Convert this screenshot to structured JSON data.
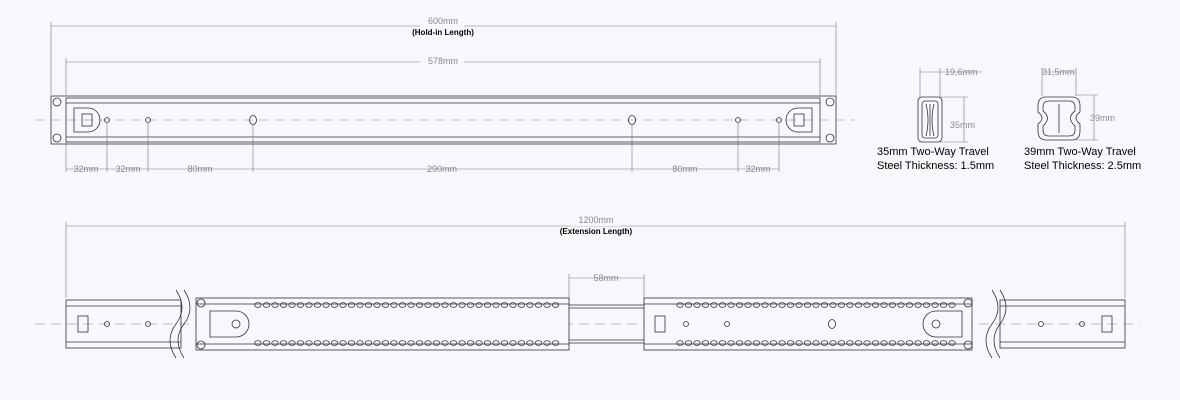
{
  "top_view": {
    "overall_dim": "600mm",
    "overall_caption": "(Hold-in Length)",
    "inner_dim": "578mm",
    "bottom_dims": [
      "32mm",
      "32mm",
      "80mm",
      "290mm",
      "80mm",
      "32mm"
    ]
  },
  "section_35": {
    "width_dim": "19,6mm",
    "height_dim": "35mm",
    "title": "35mm Two-Way Travel",
    "thickness": "Steel Thickness: 1.5mm"
  },
  "section_39": {
    "width_dim": "31,5mm",
    "height_dim": "39mm",
    "title": "39mm Two-Way Travel",
    "thickness": "Steel Thickness: 2.5mm"
  },
  "extended_view": {
    "overall_dim": "1200mm",
    "overall_caption": "(Extension Length)",
    "gap_dim": "58mm"
  }
}
